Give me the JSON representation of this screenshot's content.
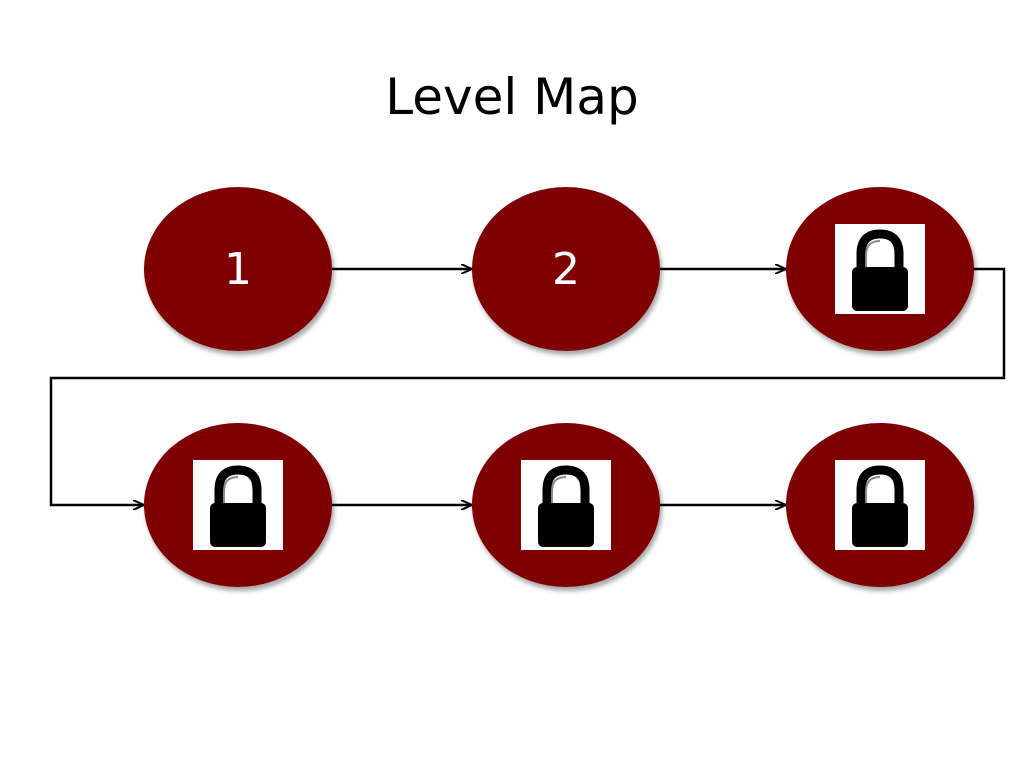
{
  "title": "Level Map",
  "colors": {
    "node_fill": "#7f0000",
    "connector": "#000000",
    "lock_body": "#000000"
  },
  "levels": [
    {
      "label": "1",
      "state": "unlocked",
      "icon": null
    },
    {
      "label": "2",
      "state": "unlocked",
      "icon": null
    },
    {
      "label": "",
      "state": "locked",
      "icon": "padlock-icon"
    },
    {
      "label": "",
      "state": "locked",
      "icon": "padlock-icon"
    },
    {
      "label": "",
      "state": "locked",
      "icon": "padlock-icon"
    },
    {
      "label": "",
      "state": "locked",
      "icon": "padlock-icon"
    }
  ]
}
